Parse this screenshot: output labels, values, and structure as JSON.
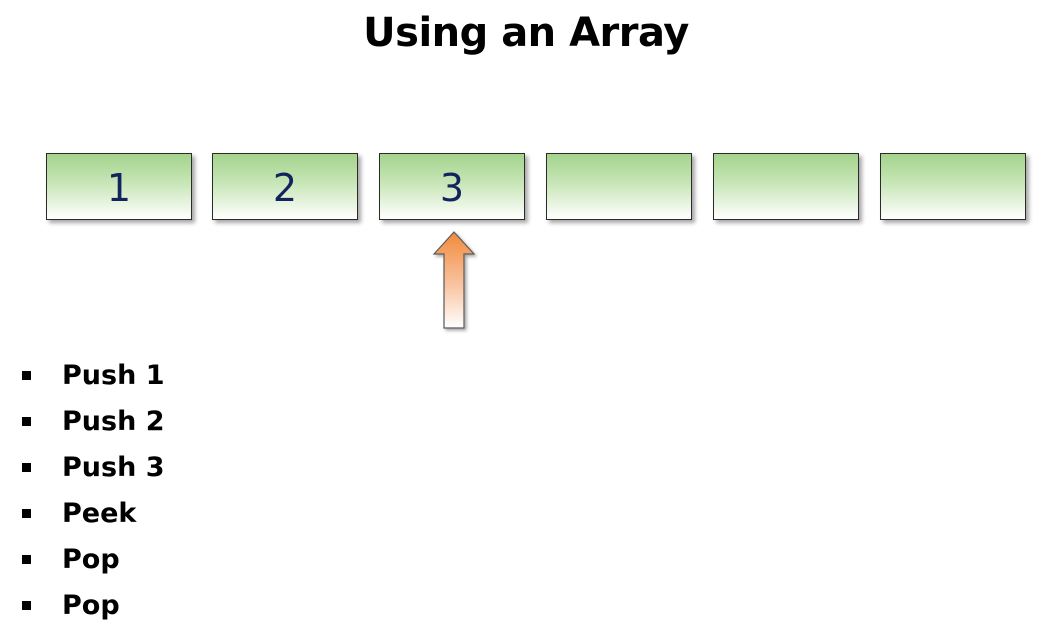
{
  "title": "Using an Array",
  "array": {
    "cells": [
      "1",
      "2",
      "3",
      "",
      "",
      ""
    ],
    "pointer_index": 2,
    "cell_fill_top": "#a4d38c",
    "cell_fill_bottom": "#ffffff",
    "value_color": "#13235e",
    "pointer_color": "#f28a3c",
    "pointer_icon": "up-arrow-icon"
  },
  "operations": [
    "Push 1",
    "Push 2",
    "Push 3",
    "Peek",
    "Pop",
    "Pop"
  ]
}
